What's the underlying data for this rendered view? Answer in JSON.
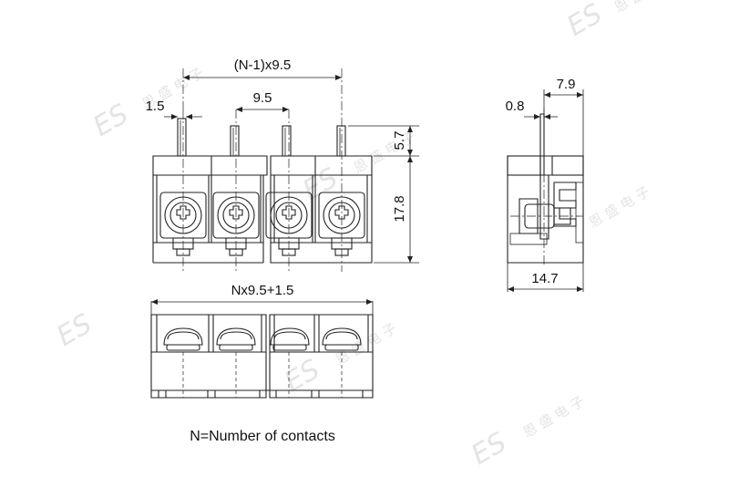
{
  "dimensions": {
    "pitch_total": "(N-1)x9.5",
    "pitch": "9.5",
    "pin_width": "1.5",
    "pin_height": "5.7",
    "body_height": "17.8",
    "side_top": "7.9",
    "side_pin": "0.8",
    "side_depth": "14.7",
    "total_width": "Nx9.5+1.5"
  },
  "note": "N=Number of contacts",
  "watermark": {
    "logo": "ES",
    "chinese": "恩 盛 电 子"
  }
}
